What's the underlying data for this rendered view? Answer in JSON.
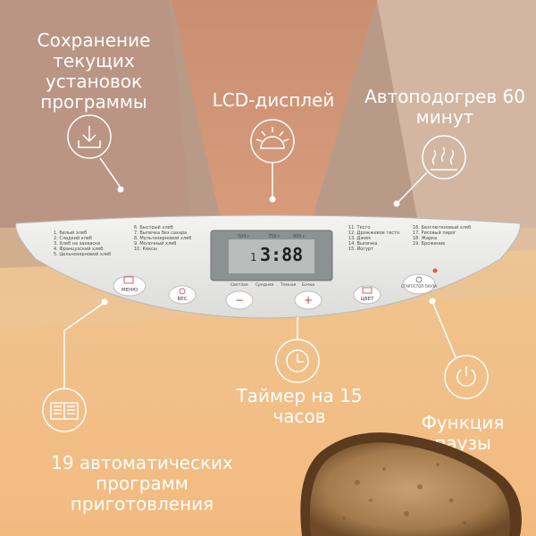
{
  "labels": {
    "save": "Сохранение текущих установок программы",
    "lcd": "LCD-дисплей",
    "autoheat": "Автоподогрев 60 минут",
    "timer": "Таймер на 15 часов",
    "pause": "Функция паузы",
    "programs": "19 автоматических программ приготовления"
  },
  "panel": {
    "programs_left": [
      "1. Белый хлеб",
      "2. Сладкий хлеб",
      "3. Хлеб на закваске",
      "4. Французский хлеб",
      "5. Цельнозерновой хлеб"
    ],
    "programs_mid": [
      "6. Быстрый хлеб",
      "7. Выпечка без сахара",
      "8. Мультизерновой хлеб",
      "9. Молочный хлеб",
      "10. Кексы"
    ],
    "programs_right1": [
      "11. Тесто",
      "12. Дрожжевое тесто",
      "13. Джем",
      "14. Выпечка",
      "15. Йогурт"
    ],
    "programs_right2": [
      "16. Безглютеновый хлеб",
      "17. Рисовый пирог",
      "18. Жарка",
      "19. Брожение"
    ],
    "weights": [
      "500 г",
      "750 г",
      "900 г"
    ],
    "time": "3:88",
    "program_number": "1",
    "crust": [
      "Светлая",
      "Средняя",
      "Темная",
      "Бочка"
    ],
    "buttons": {
      "menu": "МЕНЮ",
      "weight": "ВЕС",
      "minus": "−",
      "plus": "+",
      "color": "ЦВЕТ",
      "start": "СТАРТ/СТОП ПАУЗА"
    }
  }
}
